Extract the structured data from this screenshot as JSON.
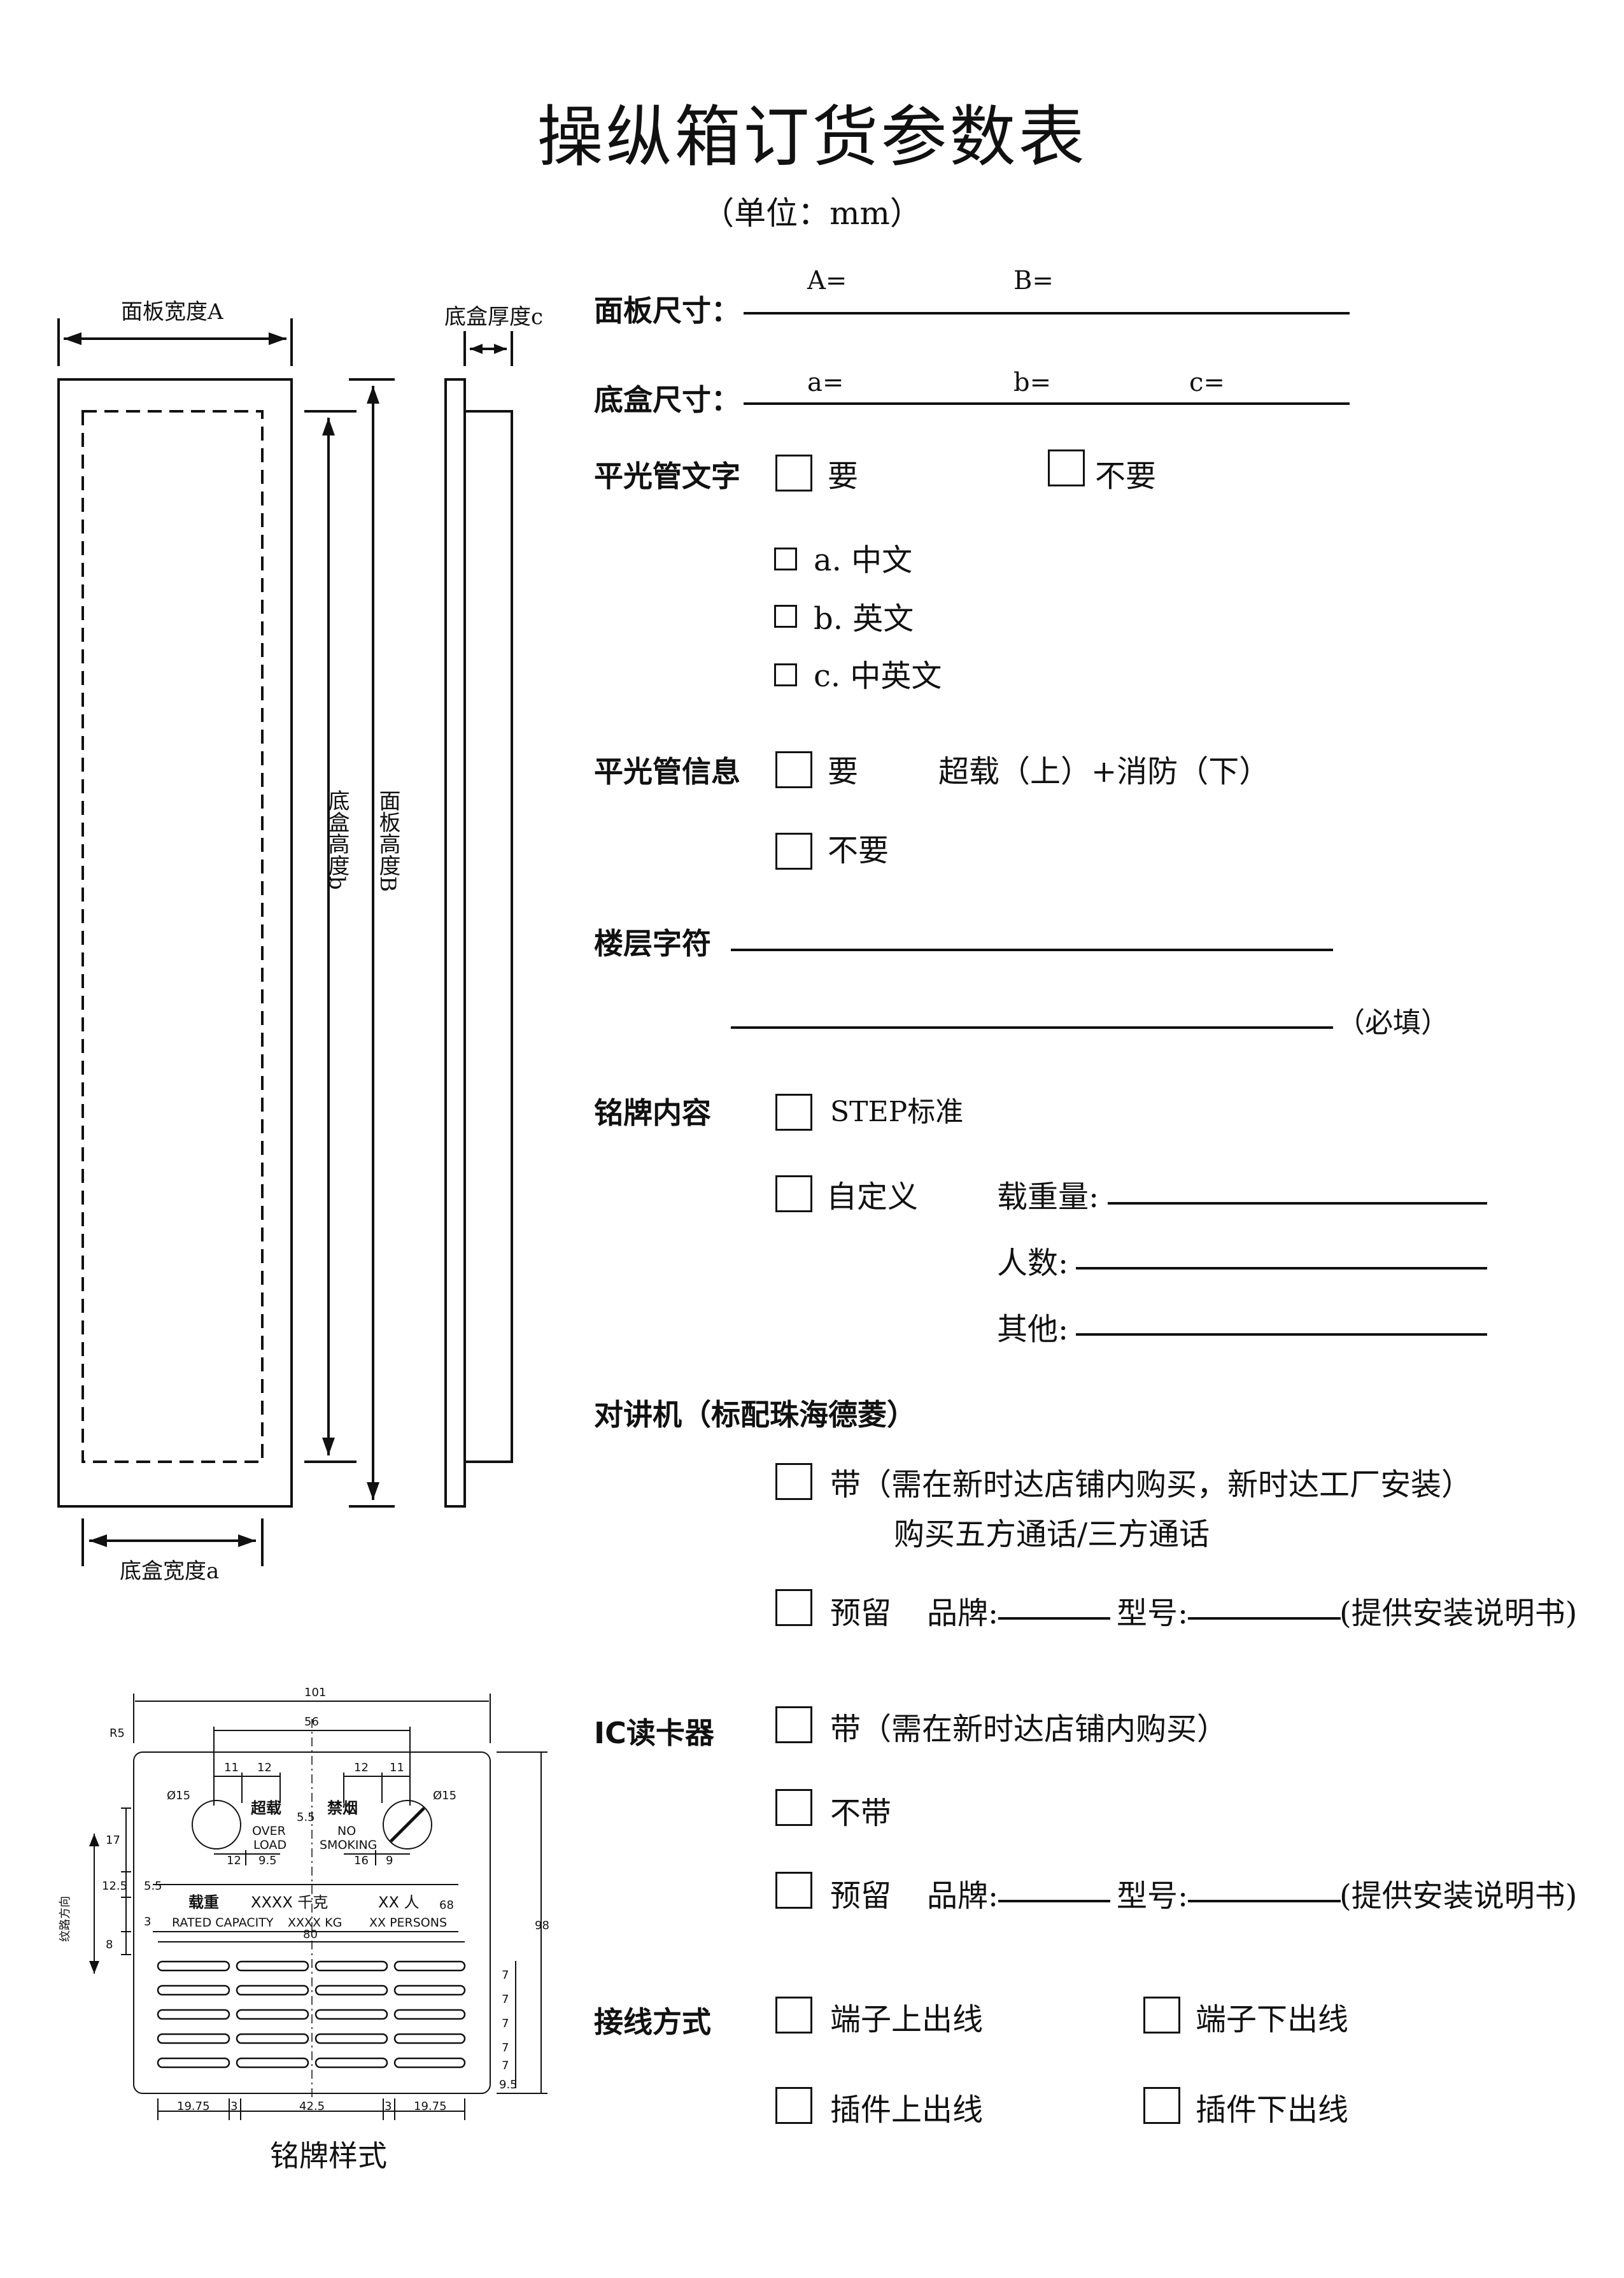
{
  "title": "操纵箱订货参数表",
  "unit": "（单位：mm）",
  "drawing": {
    "panel_width": "面板宽度A",
    "box_depth": "底盒厚度c",
    "box_height": "底盒高度b",
    "panel_height": "面板高度B",
    "box_width": "底盒宽度a"
  },
  "panel_size": {
    "label": "面板尺寸：",
    "a": "A=",
    "b": "B="
  },
  "box_size": {
    "label": "底盒尺寸：",
    "a": "a=",
    "b": "b=",
    "c": "c="
  },
  "lamp_text": {
    "label": "平光管文字",
    "yes": "要",
    "no": "不要",
    "opt_a": "a. 中文",
    "opt_b": "b. 英文",
    "opt_c": "c. 中英文"
  },
  "lamp_info": {
    "label": "平光管信息",
    "yes": "要",
    "note": "超载（上）+消防（下）",
    "no": "不要"
  },
  "floor": {
    "label": "楼层字符",
    "required": "（必填）"
  },
  "nameplate": {
    "label": "铭牌内容",
    "standard": "STEP标准",
    "custom": "自定义",
    "load": "载重量:",
    "persons": "人数:",
    "other": "其他:"
  },
  "intercom": {
    "label": "对讲机（标配珠海德菱）",
    "with": "带（需在新时达店铺内购买，新时达工厂安装）",
    "with_sub": "购买五方通话/三方通话",
    "reserve": "预留",
    "brand": "品牌:",
    "model": "型号:",
    "manual": "(提供安装说明书)"
  },
  "ic_reader": {
    "label": "IC读卡器",
    "with": "带（需在新时达店铺内购买）",
    "without": "不带",
    "reserve": "预留",
    "brand": "品牌:",
    "model": "型号:",
    "manual": "(提供安装说明书)"
  },
  "wiring": {
    "label": "接线方式",
    "term_top": "端子上出线",
    "term_bottom": "端子下出线",
    "plug_top": "插件上出线",
    "plug_bottom": "插件下出线"
  },
  "plate": {
    "caption": "铭牌样式",
    "dims": {
      "w101": "101",
      "w56": "56",
      "d11a": "11",
      "d12a": "12",
      "d12b": "12",
      "d11b": "11",
      "d15a": "Ø15",
      "d15b": "Ø15",
      "d55": "5.5",
      "d12c": "12",
      "d95": "9.5",
      "d16": "16",
      "d9": "9",
      "h17": "17",
      "h125": "12.5",
      "h55": "5.5",
      "h3": "3",
      "h8": "8",
      "w68": "68",
      "w80": "80",
      "h98": "98",
      "h7a": "7",
      "h7b": "7",
      "h7c": "7",
      "h7d": "7",
      "h7e": "7",
      "h95b": "9.5",
      "b1975a": "19.75",
      "b3a": "3",
      "b425": "42.5",
      "b3b": "3",
      "b1975b": "19.75",
      "r5": "R5"
    },
    "overload_cn": "超载",
    "overload_en1": "OVER",
    "overload_en2": "LOAD",
    "nosmoke_cn": "禁烟",
    "nosmoke_en1": "NO",
    "nosmoke_en2": "SMOKING",
    "load_cn": "载重",
    "load_val": "XXXX 千克",
    "persons_val": "XX 人",
    "rated": "RATED CAPACITY",
    "rated_kg": "XXXX KG",
    "rated_p": "XX PERSONS",
    "grain": "纹路方向"
  }
}
